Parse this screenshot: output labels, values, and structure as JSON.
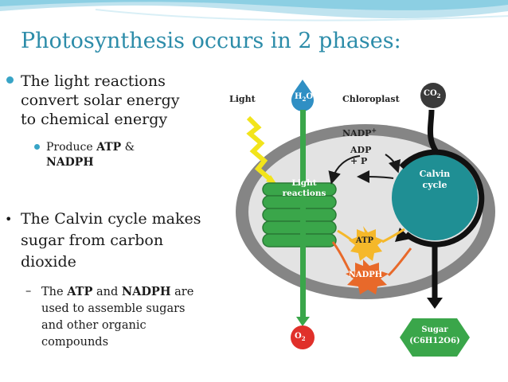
{
  "slide": {
    "title": "Photosynthesis occurs in 2 phases:",
    "bullet1": {
      "lines": [
        "The light reactions",
        "convert solar energy",
        "to chemical energy"
      ],
      "sub": {
        "prefix": "Produce ",
        "atp": "ATP",
        "amp": " &",
        "nadph": "NADPH"
      }
    },
    "bullet2": {
      "marker": "•",
      "lines": [
        "The Calvin cycle makes",
        "sugar from carbon",
        "dioxide"
      ],
      "sub": {
        "marker": "–",
        "the": "The ",
        "atp": "ATP",
        "and": " and ",
        "nadph": "NADPH",
        "are": " are",
        "lines": [
          "used to assemble sugars",
          "and other organic",
          "compounds"
        ]
      }
    }
  },
  "diagram": {
    "light": "Light",
    "chloroplast": "Chloroplast",
    "h2o": "H",
    "h2o_sub": "2",
    "h2o_end": "O",
    "co2": "CO",
    "co2_sub": "2",
    "nadp": "NADP",
    "nadp_sup": "+",
    "adp": "ADP",
    "pi": "+ P",
    "light_reactions_1": "Light",
    "light_reactions_2": "reactions",
    "calvin_1": "Calvin",
    "calvin_2": "cycle",
    "atp": "ATP",
    "nadph": "NADPH",
    "o2": "O",
    "o2_sub": "2",
    "sugar": "Sugar",
    "sugar_formula": "(C6H12O6)",
    "colors": {
      "title": "#2c8ca9",
      "stroma": "#e3e3e3",
      "envelope": "#858585",
      "thylakoid": "#3aa64a",
      "calvin": "#1f8f94",
      "water": "#2f8fc4",
      "oxygen": "#e0302a",
      "co2": "#3a3a3a",
      "atp": "#f5b82a",
      "nadph": "#e8692a",
      "light": "#f2e41b",
      "sugar": "#3aa64a"
    }
  }
}
